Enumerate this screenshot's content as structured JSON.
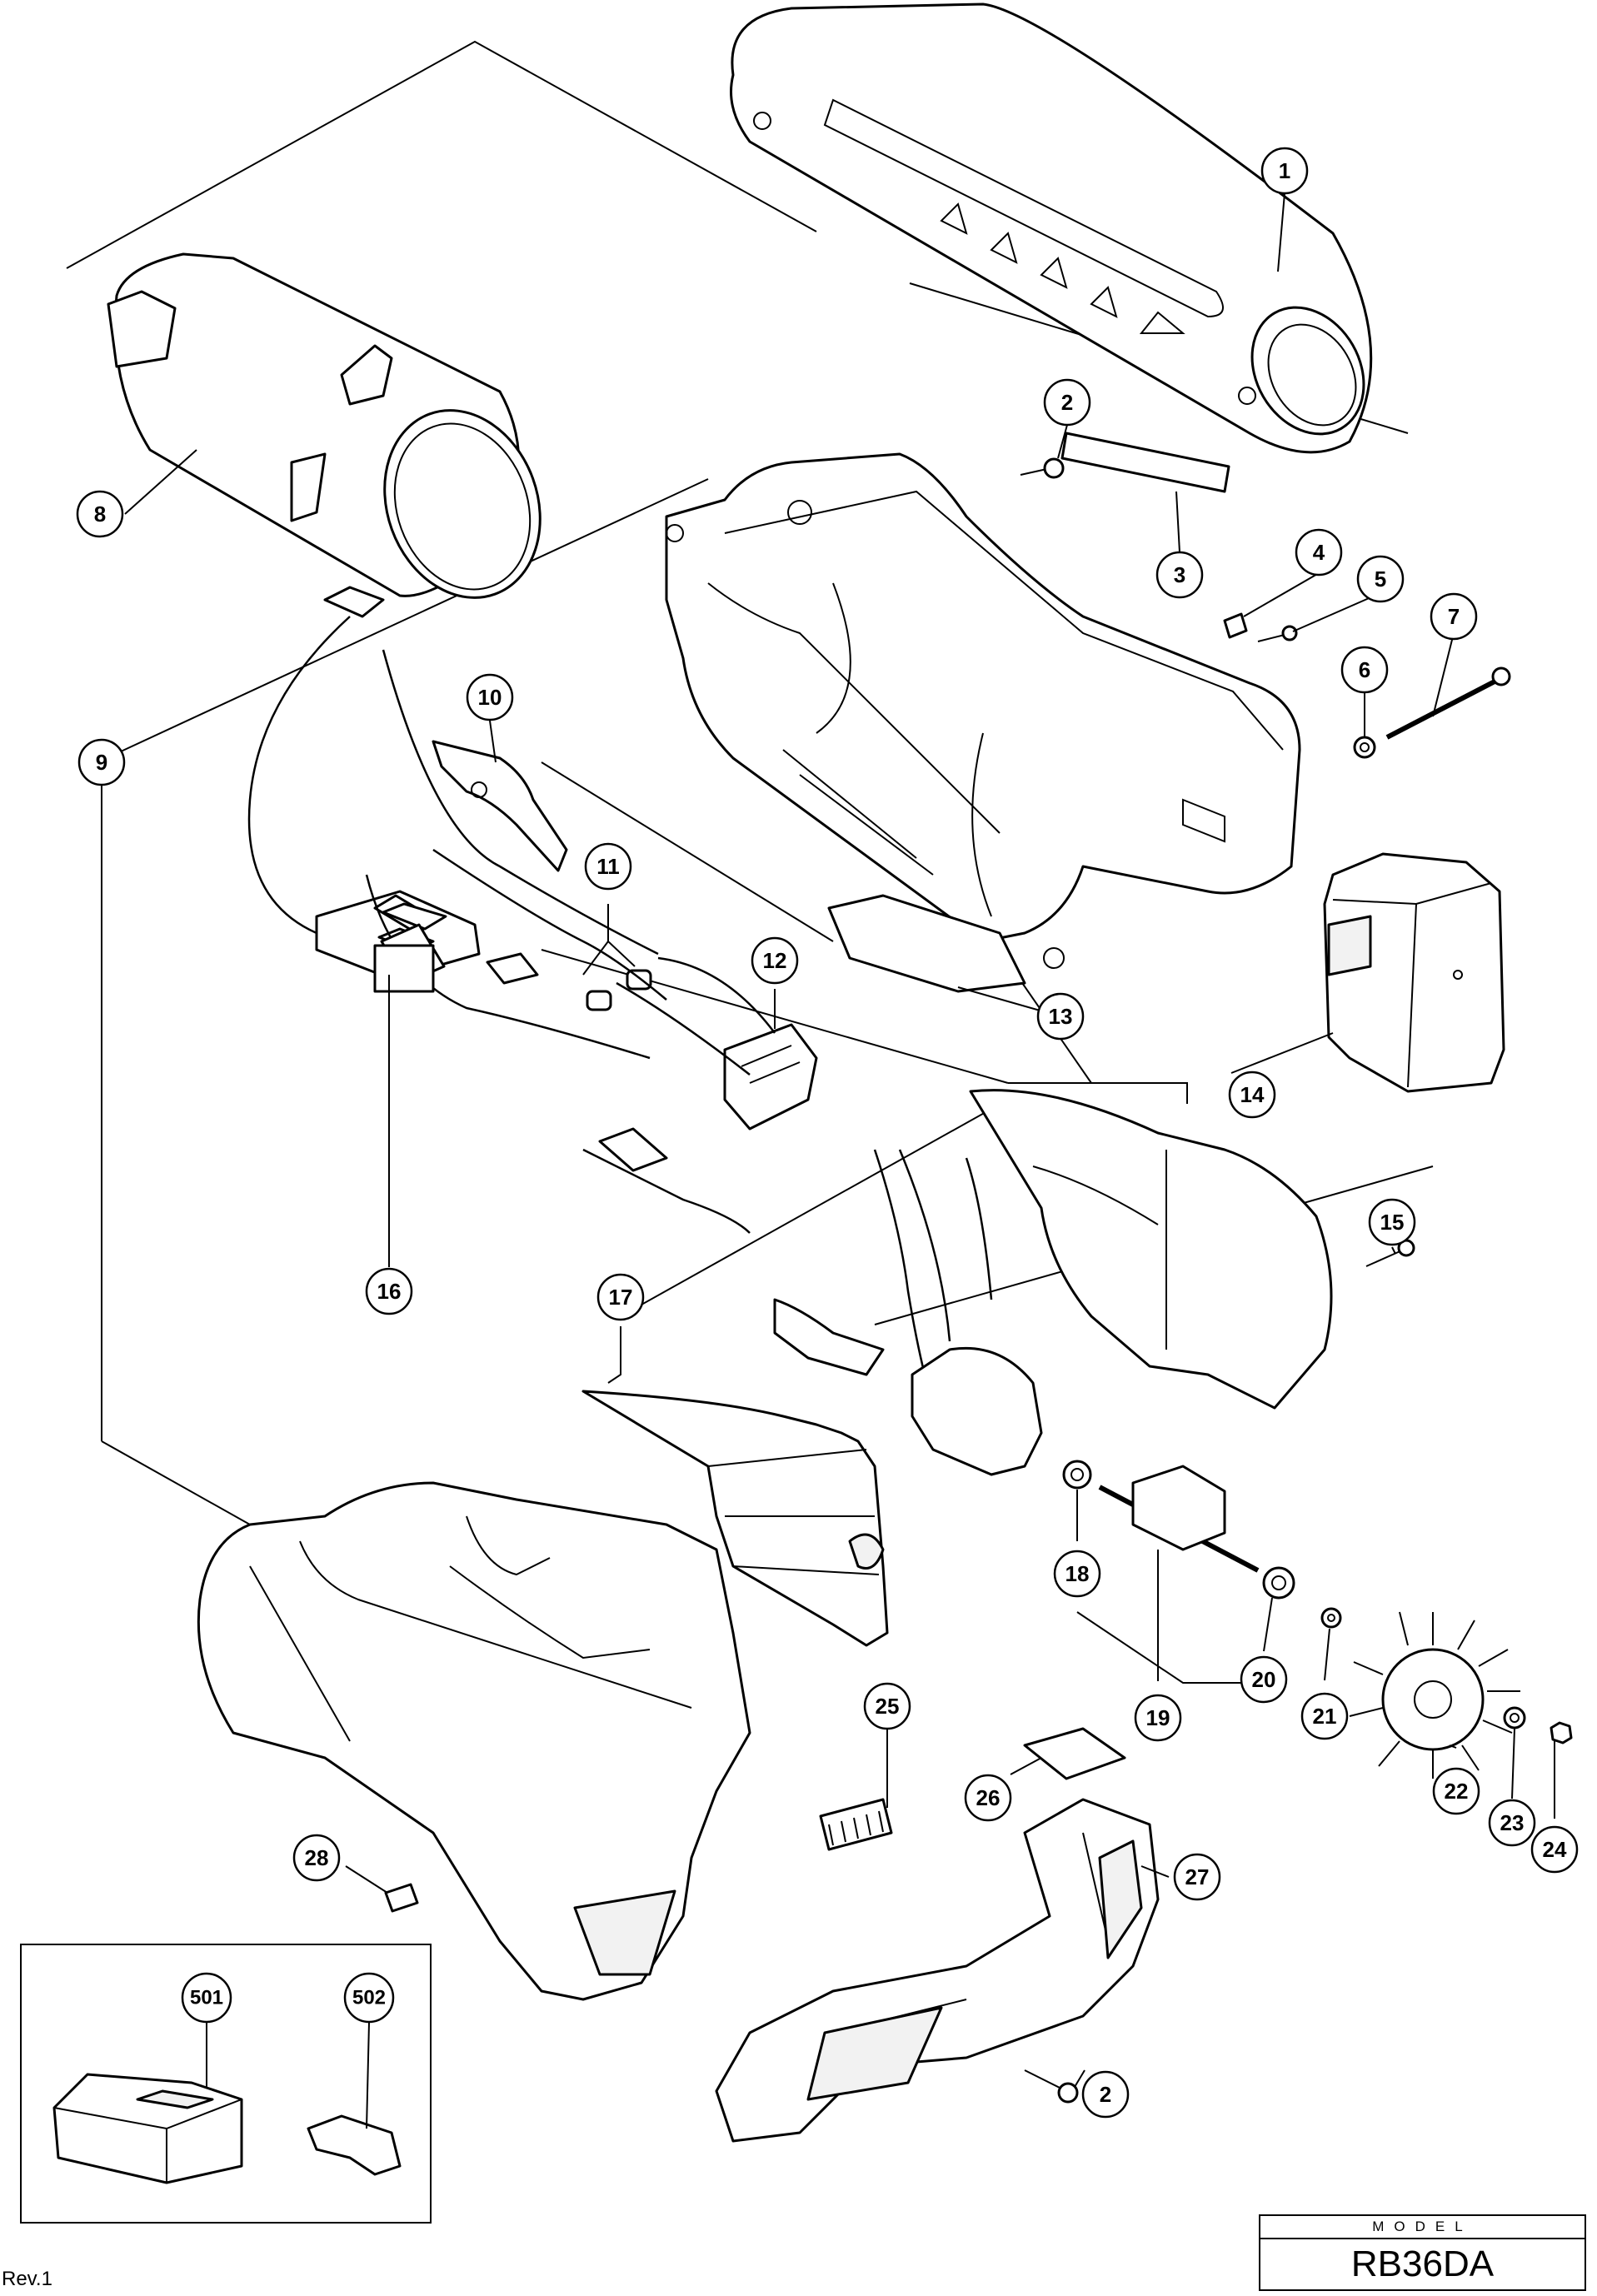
{
  "diagram": {
    "model_label": "MODEL",
    "model_name": "RB36DA",
    "revision": "Rev.1",
    "callouts": [
      "1",
      "2",
      "3",
      "4",
      "5",
      "6",
      "7",
      "8",
      "9",
      "10",
      "11",
      "12",
      "13",
      "14",
      "15",
      "16",
      "17",
      "18",
      "19",
      "20",
      "21",
      "22",
      "23",
      "24",
      "25",
      "26",
      "27",
      "28",
      "501",
      "502"
    ],
    "second_callout_2": "2"
  }
}
